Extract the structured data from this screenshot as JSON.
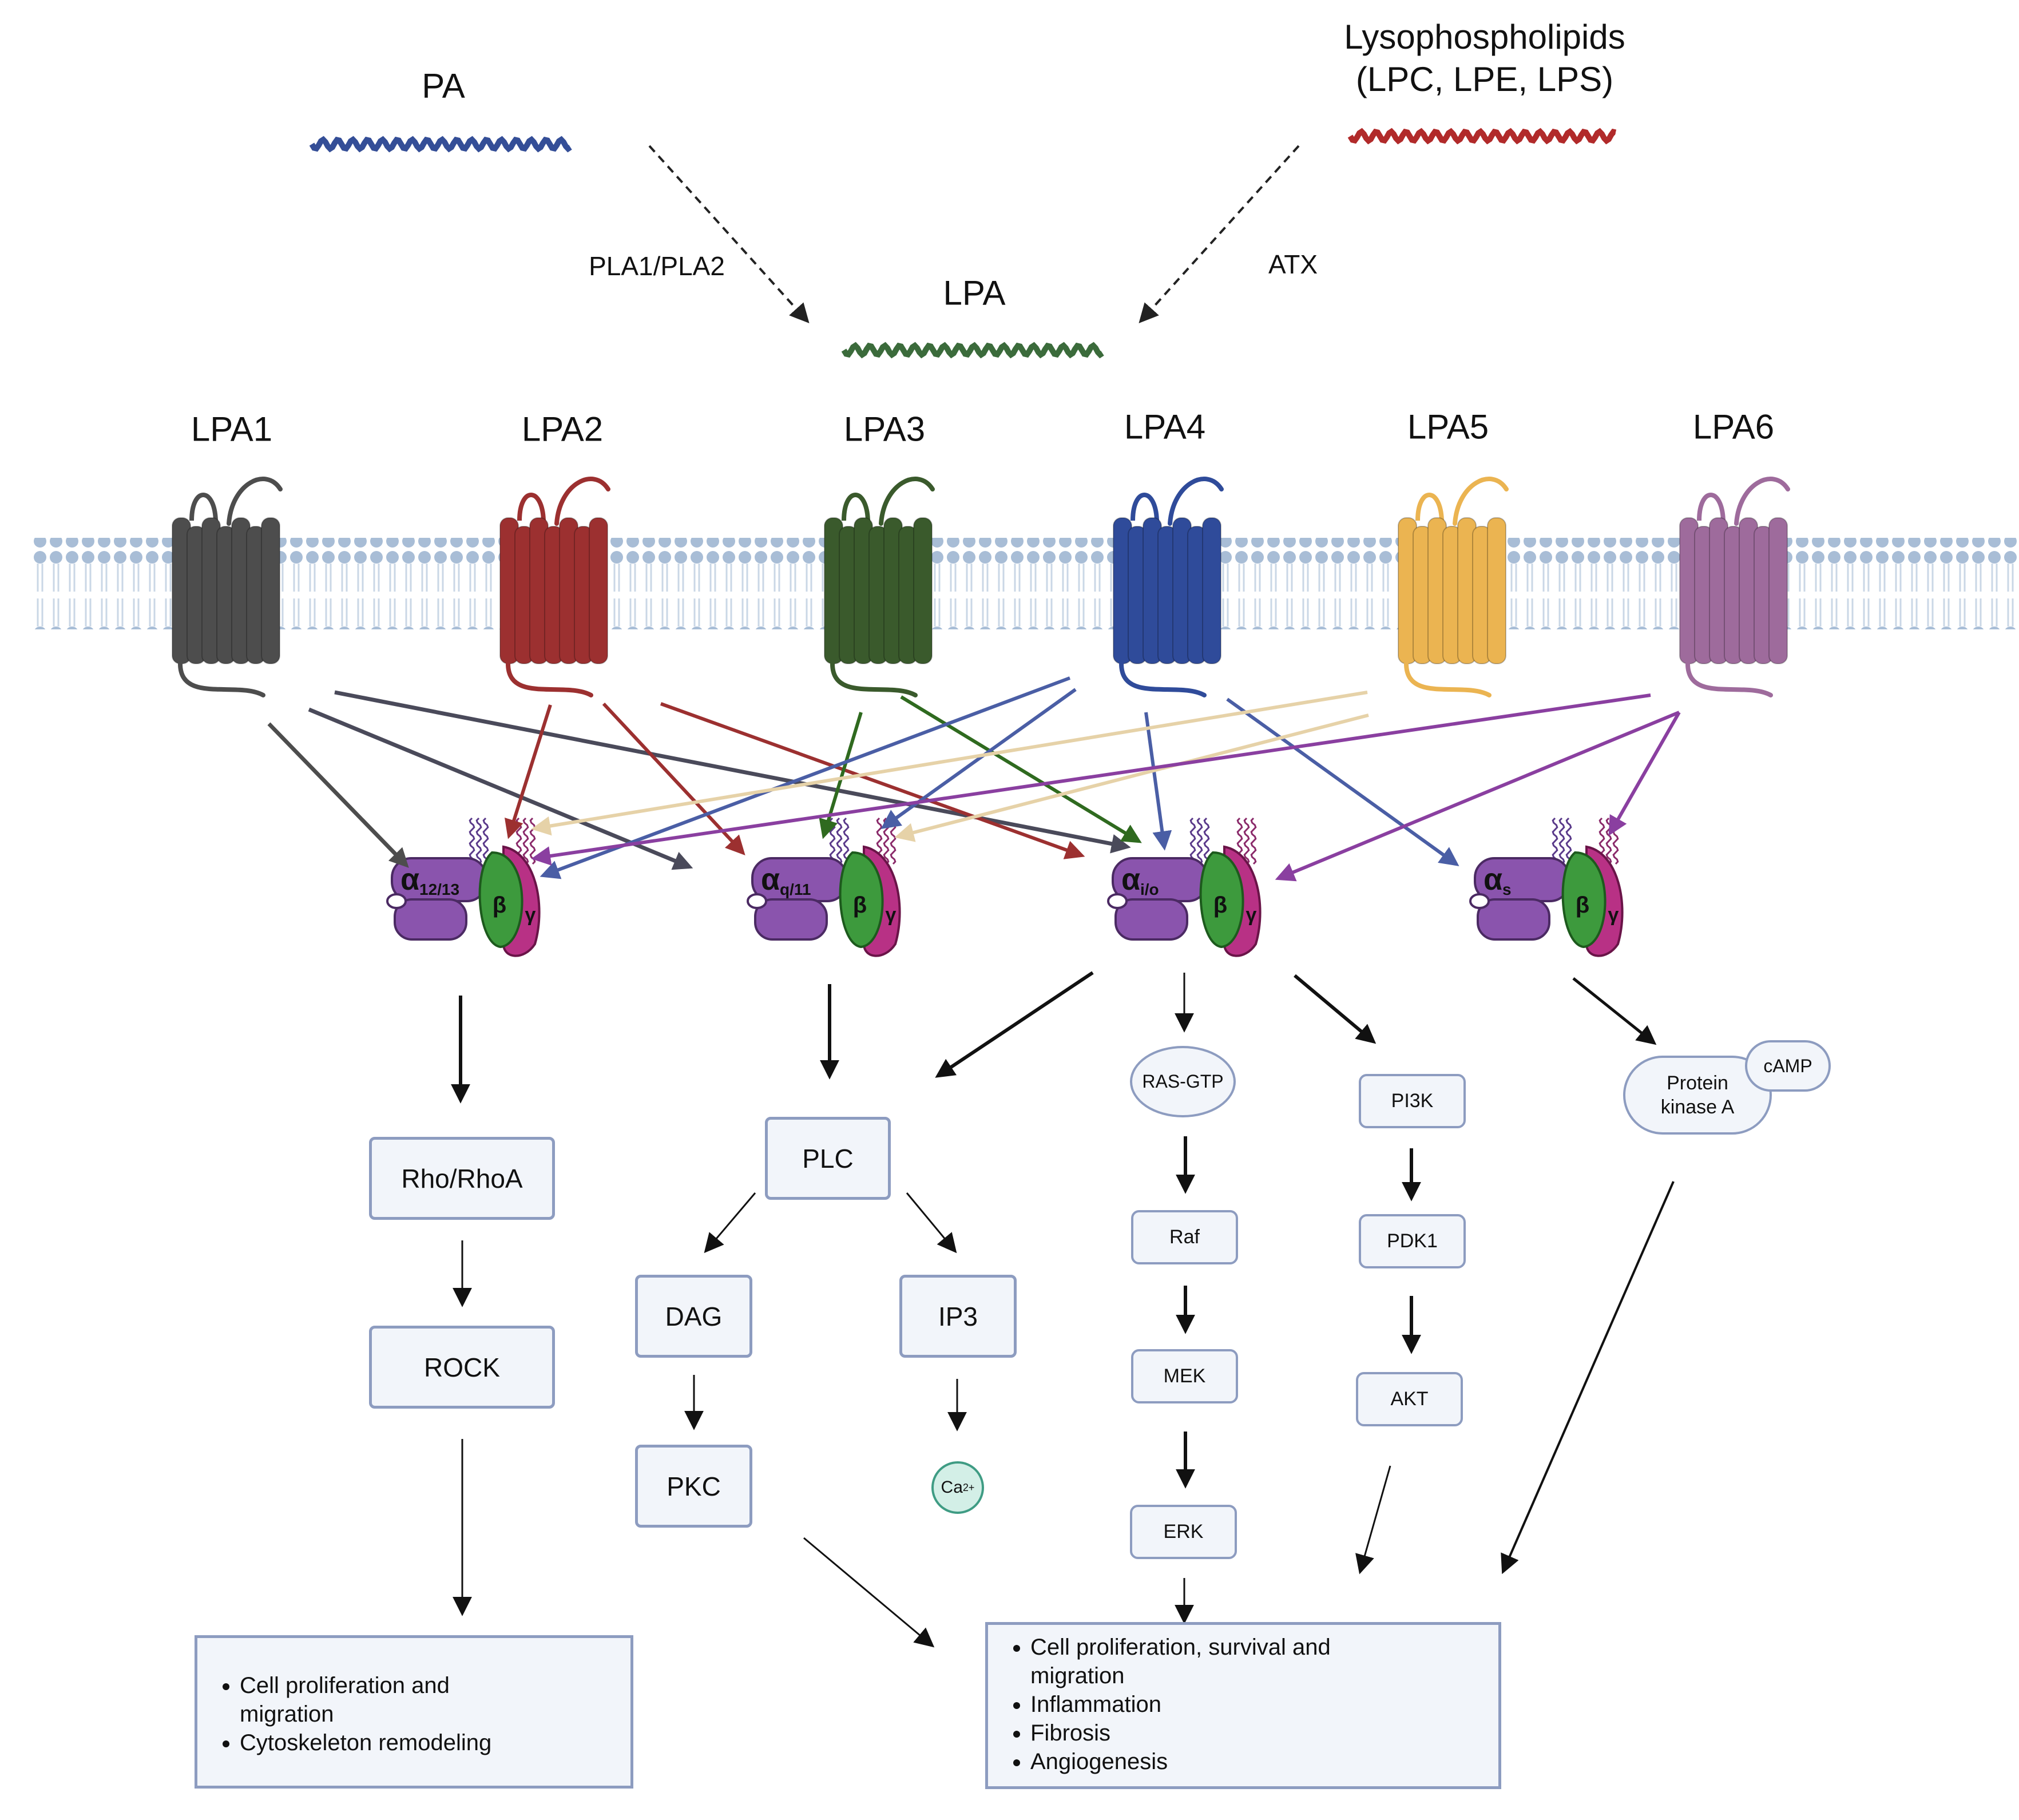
{
  "colors": {
    "lpa1": "#4d4d4d",
    "lpa2": "#9c3030",
    "lpa3": "#3a5a2c",
    "lpa4": "#2f4b9a",
    "lpa5": "#ebb451",
    "lpa6": "#9e6b9c",
    "alpha": "#8a54ad",
    "beta": "#3d9a3d",
    "gamma": "#b83185",
    "membrane": "#b8c9dd",
    "box_border": "#8d9cc0",
    "box_fill": "#f2f5fa"
  },
  "top": {
    "pa": "PA",
    "lyso_line1": "Lysophospholipids",
    "lyso_line2": "(LPC, LPE, LPS)",
    "lpa": "LPA",
    "pla": "PLA1/PLA2",
    "atx": "ATX"
  },
  "receptors": [
    "LPA1",
    "LPA2",
    "LPA3",
    "LPA4",
    "LPA5",
    "LPA6"
  ],
  "gproteins": {
    "g1": {
      "alpha": "α",
      "sub": "12/13",
      "beta": "β",
      "gamma": "γ"
    },
    "g2": {
      "alpha": "α",
      "sub": "q/11",
      "beta": "β",
      "gamma": "γ"
    },
    "g3": {
      "alpha": "α",
      "sub": "i/o",
      "beta": "β",
      "gamma": "γ"
    },
    "g4": {
      "alpha": "α",
      "sub": "s",
      "beta": "β",
      "gamma": "γ"
    }
  },
  "nodes": {
    "rho": "Rho/RhoA",
    "rock": "ROCK",
    "plc": "PLC",
    "dag": "DAG",
    "ip3": "IP3",
    "pkc": "PKC",
    "ca": "Ca",
    "ca_sup": "2+",
    "ras": "RAS-GTP",
    "raf": "Raf",
    "mek": "MEK",
    "erk": "ERK",
    "pi3k": "PI3K",
    "pdk1": "PDK1",
    "akt": "AKT",
    "pka_line1": "Protein",
    "pka_line2": "kinase A",
    "camp": "cAMP"
  },
  "outcomes": {
    "left": [
      "Cell proliferation and migration",
      "Cytoskeleton remodeling"
    ],
    "right": [
      "Cell proliferation, survival  and migration",
      "Inflammation",
      "Fibrosis",
      "Angiogenesis"
    ]
  }
}
